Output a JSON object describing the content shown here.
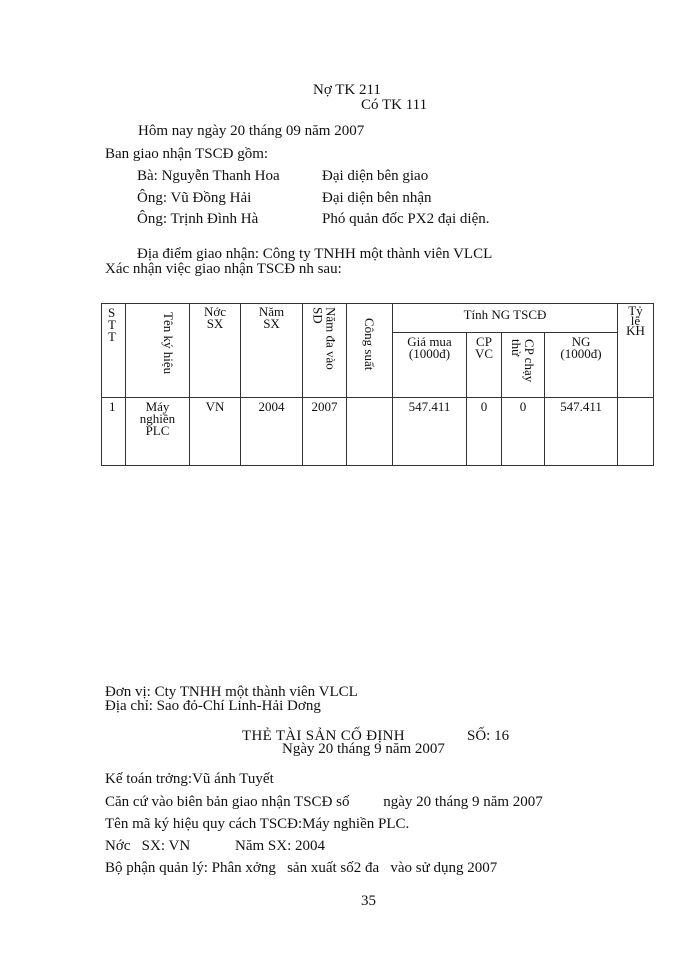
{
  "header": {
    "debit_account": "Nợ TK 211",
    "credit_account": "Có TK 111"
  },
  "handover": {
    "date_line": "Hôm nay ngày 20 tháng 09 năm 2007",
    "committee_title": "Ban giao nhận TSCĐ gồm:",
    "members": [
      {
        "name": "Bà: Nguyễn Thanh Hoa",
        "role": "Đại diện bên giao"
      },
      {
        "name": "Ông: Vũ Đồng Hải",
        "role": "Đại diện bên nhận"
      },
      {
        "name": "Ông: Trịnh Đình Hà",
        "role": "Phó quản đốc PX2 đại diện."
      }
    ],
    "location": "Địa điểm giao nhận: Công ty TNHH một thành viên VLCL",
    "confirm": "Xác nhận việc giao nhận TSCĐ nh   sau:"
  },
  "table": {
    "headers": {
      "stt": "STT",
      "name": "Tên ký hiệu",
      "country": "Nớc SX",
      "year_made": "Năm SX",
      "year_used": "Năm đa vào SD",
      "capacity": "Công suất",
      "group": "Tính NG TSCĐ",
      "price": "Giá mua (1000đ)",
      "transport": "CP VC",
      "trial": "CP chạy thử",
      "original_cost": "NG (1000đ)",
      "depreciation_rate": "Tỷ lệ KH"
    },
    "rows": [
      {
        "stt": "1",
        "name": "Máy nghiền PLC",
        "country": "VN",
        "year_made": "2004",
        "year_used": "2007",
        "capacity": "",
        "price": "547.411",
        "transport": "0",
        "trial": "0",
        "original_cost": "547.411",
        "depreciation_rate": ""
      }
    ]
  },
  "card": {
    "unit": "Đơn vị: Cty TNHH một thành viên VLCL",
    "address": "Địa chỉ: Sao đỏ-Chí Linh-Hải Dơng",
    "title": "THẺ TÀI SẢN CỐ ĐỊNH",
    "number": "SỐ: 16",
    "date": "Ngày 20 tháng 9 năm 2007",
    "accountant": "Kế toán trởng:Vũ   ánh Tuyết",
    "basis": "Căn cứ vào biên bản giao nhận TSCĐ số         ngày 20 tháng 9 năm 2007",
    "asset_name": "Tên mã ký hiệu quy cách TSCĐ:Máy nghiền PLC.",
    "country": "Nớc   SX: VN",
    "year": "Năm SX: 2004",
    "department": "Bộ phận quản lý: Phân xởng   sản xuất số2 đa   vào sử dụng 2007"
  },
  "page_number": "35"
}
